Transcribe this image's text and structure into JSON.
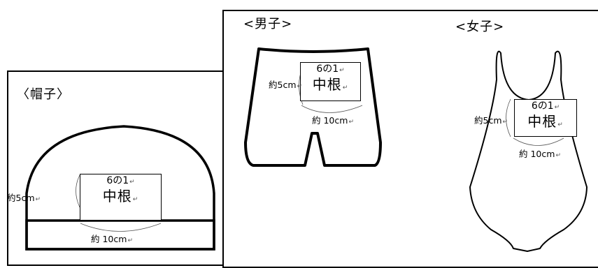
{
  "hat": {
    "title": "〈帽子〉",
    "card_line1": "6の1",
    "card_line2": "中根",
    "height_label": "約5cm",
    "width_label": "約 10cm"
  },
  "boys": {
    "title": "<男子>",
    "card_line1": "6の1",
    "card_line2": "中根",
    "height_label": "約5cm",
    "width_label": "約 10cm"
  },
  "girls": {
    "title": "<女子>",
    "card_line1": "6の1",
    "card_line2": "中根",
    "height_label": "約5cm",
    "width_label": "約 10cm"
  },
  "return_mark": "↵"
}
